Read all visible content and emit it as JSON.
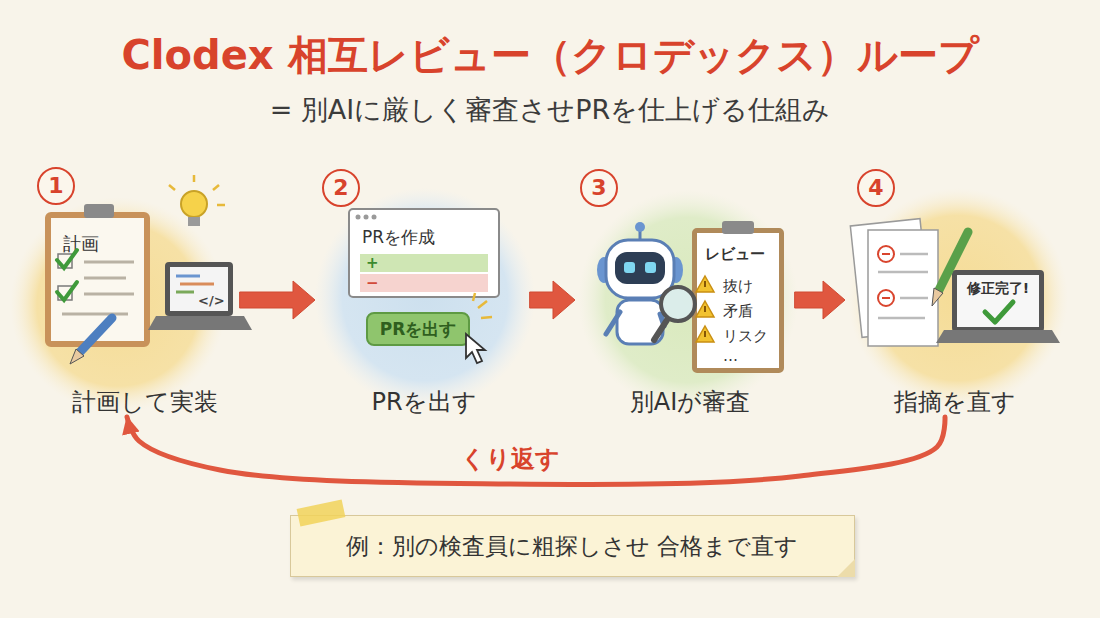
{
  "diagram": {
    "title": "Clodex 相互レビュー（クロデックス）ループ",
    "nodes": [
      {
        "text": [
          "1",
          "計画して実装"
        ]
      },
      {
        "text": [
          "計画"
        ],
        "in": 0
      },
      {
        "text": [
          "</>"
        ],
        "in": 0
      },
      {
        "text": [
          "2",
          "PRを出す"
        ]
      },
      {
        "text": [
          "PRを作成",
          "+",
          "−"
        ],
        "in": 3
      },
      {
        "text": [
          "PRを出す"
        ],
        "in": 3
      },
      {
        "text": [
          "3",
          "別AIが審査"
        ]
      },
      {
        "text": [
          "レビュー",
          "抜け",
          "矛盾",
          "リスク",
          "…"
        ],
        "in": 6
      },
      {
        "text": [
          "4",
          "指摘を直す"
        ]
      },
      {
        "text": [
          "修正完了!"
        ],
        "in": 8
      },
      {
        "text": [
          "例：別の検査員に粗探しさせ 合格まで直す"
        ]
      }
    ],
    "edges": [
      {
        "from": 0,
        "to": 3,
        "arrow": "to"
      },
      {
        "from": 3,
        "to": 6,
        "arrow": "to"
      },
      {
        "from": 6,
        "to": 8,
        "arrow": "to"
      },
      {
        "from": 8,
        "to": 0,
        "arrow": "to",
        "label": "くり返す"
      }
    ],
    "labels": [
      "= 別AIに厳しく審査させPRを仕上げる仕組み"
    ]
  }
}
